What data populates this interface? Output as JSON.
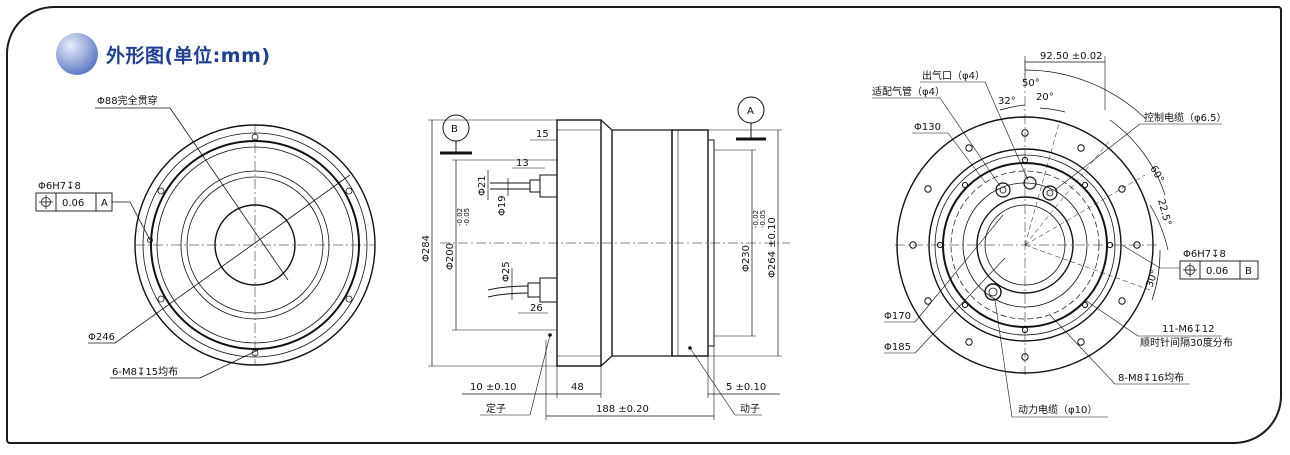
{
  "header": {
    "title": "外形图(单位:mm)"
  },
  "view_left": {
    "thru_hole": "Φ88完全贯穿",
    "pos_tol_diam": "Φ6H7↧8",
    "pos_tol_value": "0.06",
    "pos_tol_datum": "A",
    "outer_diam": "Φ246",
    "mount_holes": "6-M8↧15均布"
  },
  "view_mid": {
    "datum_b": "B",
    "datum_a": "A",
    "dim_15": "15",
    "dim_13": "13",
    "dim_21": "Φ21",
    "dim_19": "Φ19",
    "dim_25": "Φ25",
    "dim_26": "26",
    "dim_284": "Φ284",
    "dim_200": "Φ200",
    "tol_200_up": "-0.02",
    "tol_200_dn": "-0.05",
    "dim_230": "Φ230",
    "tol_230_up": "-0.02",
    "tol_230_dn": "-0.05",
    "dim_264": "Φ264 ±0.10",
    "dim_10": "10 ±0.10",
    "dim_48": "48",
    "dim_5": "5 ±0.10",
    "dim_188": "188 ±0.20",
    "stator": "定子",
    "rotor": "动子"
  },
  "view_right": {
    "dim_9250": "92.50 ±0.02",
    "air_out": "出气口（φ4）",
    "air_in": "适配气管（φ4）",
    "ang_50": "50°",
    "ang_32": "32°",
    "ang_20": "20°",
    "ctrl_cable": "控制电缆（φ6.5）",
    "d130": "Φ130",
    "ang_60": "60°",
    "ang_225": "22.5°",
    "ang_30": "30°",
    "pos_tol_diam": "Φ6H7↧8",
    "pos_tol_value": "0.06",
    "pos_tol_datum": "B",
    "d170": "Φ170",
    "d185": "Φ185",
    "m6": "11-M6↧12",
    "m6_note": "顺时针间隔30度分布",
    "m8": "8-M8↧16均布",
    "power_cable": "动力电缆（φ10）"
  }
}
